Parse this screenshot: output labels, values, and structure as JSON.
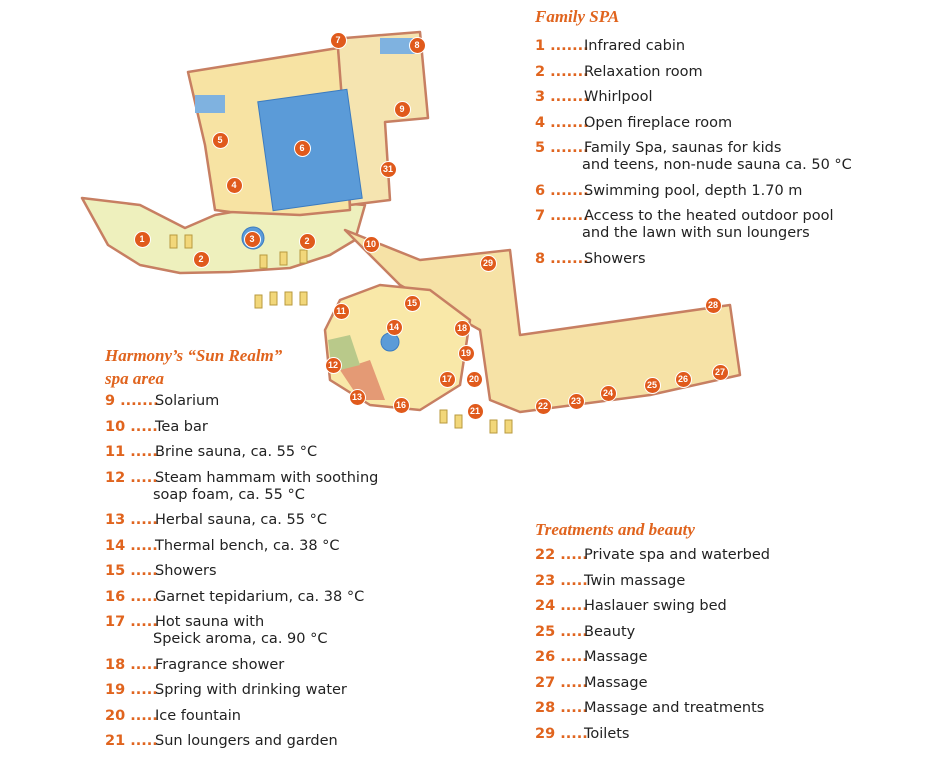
{
  "family_spa": {
    "title": "Family SPA",
    "items": [
      {
        "num": "1 .......",
        "lines": [
          "Infrared cabin"
        ]
      },
      {
        "num": "2 .......",
        "lines": [
          "Relaxation room"
        ]
      },
      {
        "num": "3 .......",
        "lines": [
          "Whirlpool"
        ]
      },
      {
        "num": "4 .......",
        "lines": [
          "Open fireplace room"
        ]
      },
      {
        "num": "5 .......",
        "lines": [
          "Family Spa, saunas for kids",
          "and teens, non-nude sauna ca. 50 °C"
        ]
      },
      {
        "num": "6 .......",
        "lines": [
          "Swimming pool, depth 1.70 m"
        ]
      },
      {
        "num": "7 .......",
        "lines": [
          "Access to the heated outdoor pool",
          "and the lawn with sun loungers"
        ]
      },
      {
        "num": "8 .......",
        "lines": [
          "Showers"
        ]
      }
    ]
  },
  "sun_realm": {
    "title_line1": "Harmony’s “Sun Realm”",
    "title_line2": "spa area",
    "items": [
      {
        "num": "9 .......",
        "lines": [
          "Solarium"
        ]
      },
      {
        "num": "10 .....",
        "lines": [
          "Tea bar"
        ]
      },
      {
        "num": "11 .....",
        "lines": [
          "Brine sauna, ca. 55 °C"
        ]
      },
      {
        "num": "12 .....",
        "lines": [
          "Steam hammam with soothing",
          "soap foam, ca. 55 °C"
        ]
      },
      {
        "num": "13 .....",
        "lines": [
          "Herbal sauna, ca. 55 °C"
        ]
      },
      {
        "num": "14 .....",
        "lines": [
          "Thermal bench, ca. 38 °C"
        ]
      },
      {
        "num": "15 .....",
        "lines": [
          "Showers"
        ]
      },
      {
        "num": "16 .....",
        "lines": [
          "Garnet tepidarium, ca. 38 °C"
        ]
      },
      {
        "num": "17 .....",
        "lines": [
          "Hot sauna with",
          "Speick aroma, ca. 90 °C"
        ]
      },
      {
        "num": "18 .....",
        "lines": [
          "Fragrance shower"
        ]
      },
      {
        "num": "19 .....",
        "lines": [
          "Spring with drinking water"
        ]
      },
      {
        "num": "20 .....",
        "lines": [
          "Ice fountain"
        ]
      },
      {
        "num": "21 .....",
        "lines": [
          "Sun loungers and garden"
        ]
      }
    ]
  },
  "treatments": {
    "title": "Treatments and beauty",
    "items": [
      {
        "num": "22 .....",
        "lines": [
          "Private spa and waterbed"
        ]
      },
      {
        "num": "23 .....",
        "lines": [
          "Twin massage"
        ]
      },
      {
        "num": "24 .....",
        "lines": [
          "Haslauer swing bed"
        ]
      },
      {
        "num": "25 .....",
        "lines": [
          "Beauty"
        ]
      },
      {
        "num": "26 .....",
        "lines": [
          "Massage"
        ]
      },
      {
        "num": "27 .....",
        "lines": [
          "Massage"
        ]
      },
      {
        "num": "28 .....",
        "lines": [
          "Massage and treatments"
        ]
      },
      {
        "num": "29 .....",
        "lines": [
          "Toilets"
        ]
      }
    ]
  },
  "map_markers": [
    "1",
    "2",
    "2",
    "3",
    "4",
    "5",
    "6",
    "7",
    "8",
    "9",
    "31",
    "10",
    "29",
    "28",
    "11",
    "15",
    "14",
    "18",
    "19",
    "12",
    "17",
    "20",
    "13",
    "16",
    "21",
    "22",
    "23",
    "24",
    "25",
    "26",
    "27"
  ],
  "colors": {
    "accent": "#e0641e",
    "floor": "#f6e3a6",
    "garden": "#e8ecb4",
    "pool": "#5b9bd8",
    "wall": "#c77f62"
  }
}
